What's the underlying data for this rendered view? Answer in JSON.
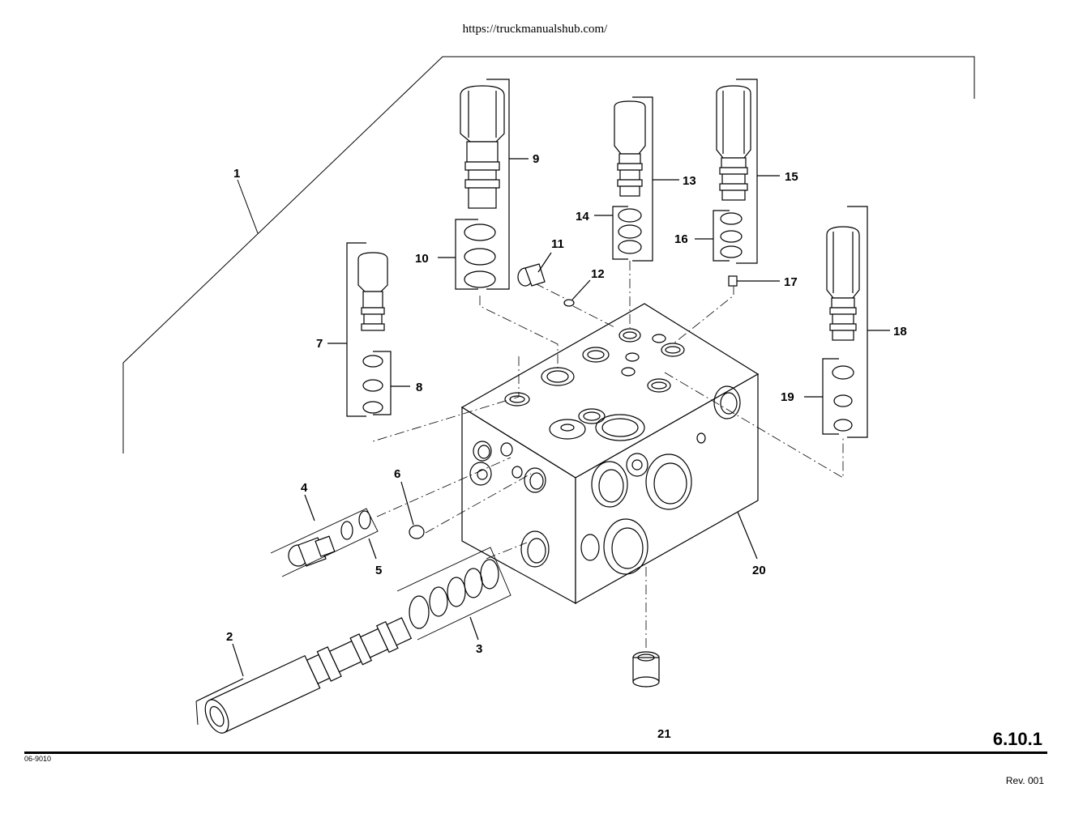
{
  "header": {
    "url": "https://truckmanualshub.com/"
  },
  "callouts": {
    "c1": "1",
    "c2": "2",
    "c3": "3",
    "c4": "4",
    "c5": "5",
    "c6": "6",
    "c7": "7",
    "c8": "8",
    "c9": "9",
    "c10": "10",
    "c11": "11",
    "c12": "12",
    "c13": "13",
    "c14": "14",
    "c15": "15",
    "c16": "16",
    "c17": "17",
    "c18": "18",
    "c19": "19",
    "c20": "20",
    "c21": "21"
  },
  "footer": {
    "page_number": "6.10.1",
    "doc_code": "06-9010",
    "revision": "Rev. 001"
  }
}
